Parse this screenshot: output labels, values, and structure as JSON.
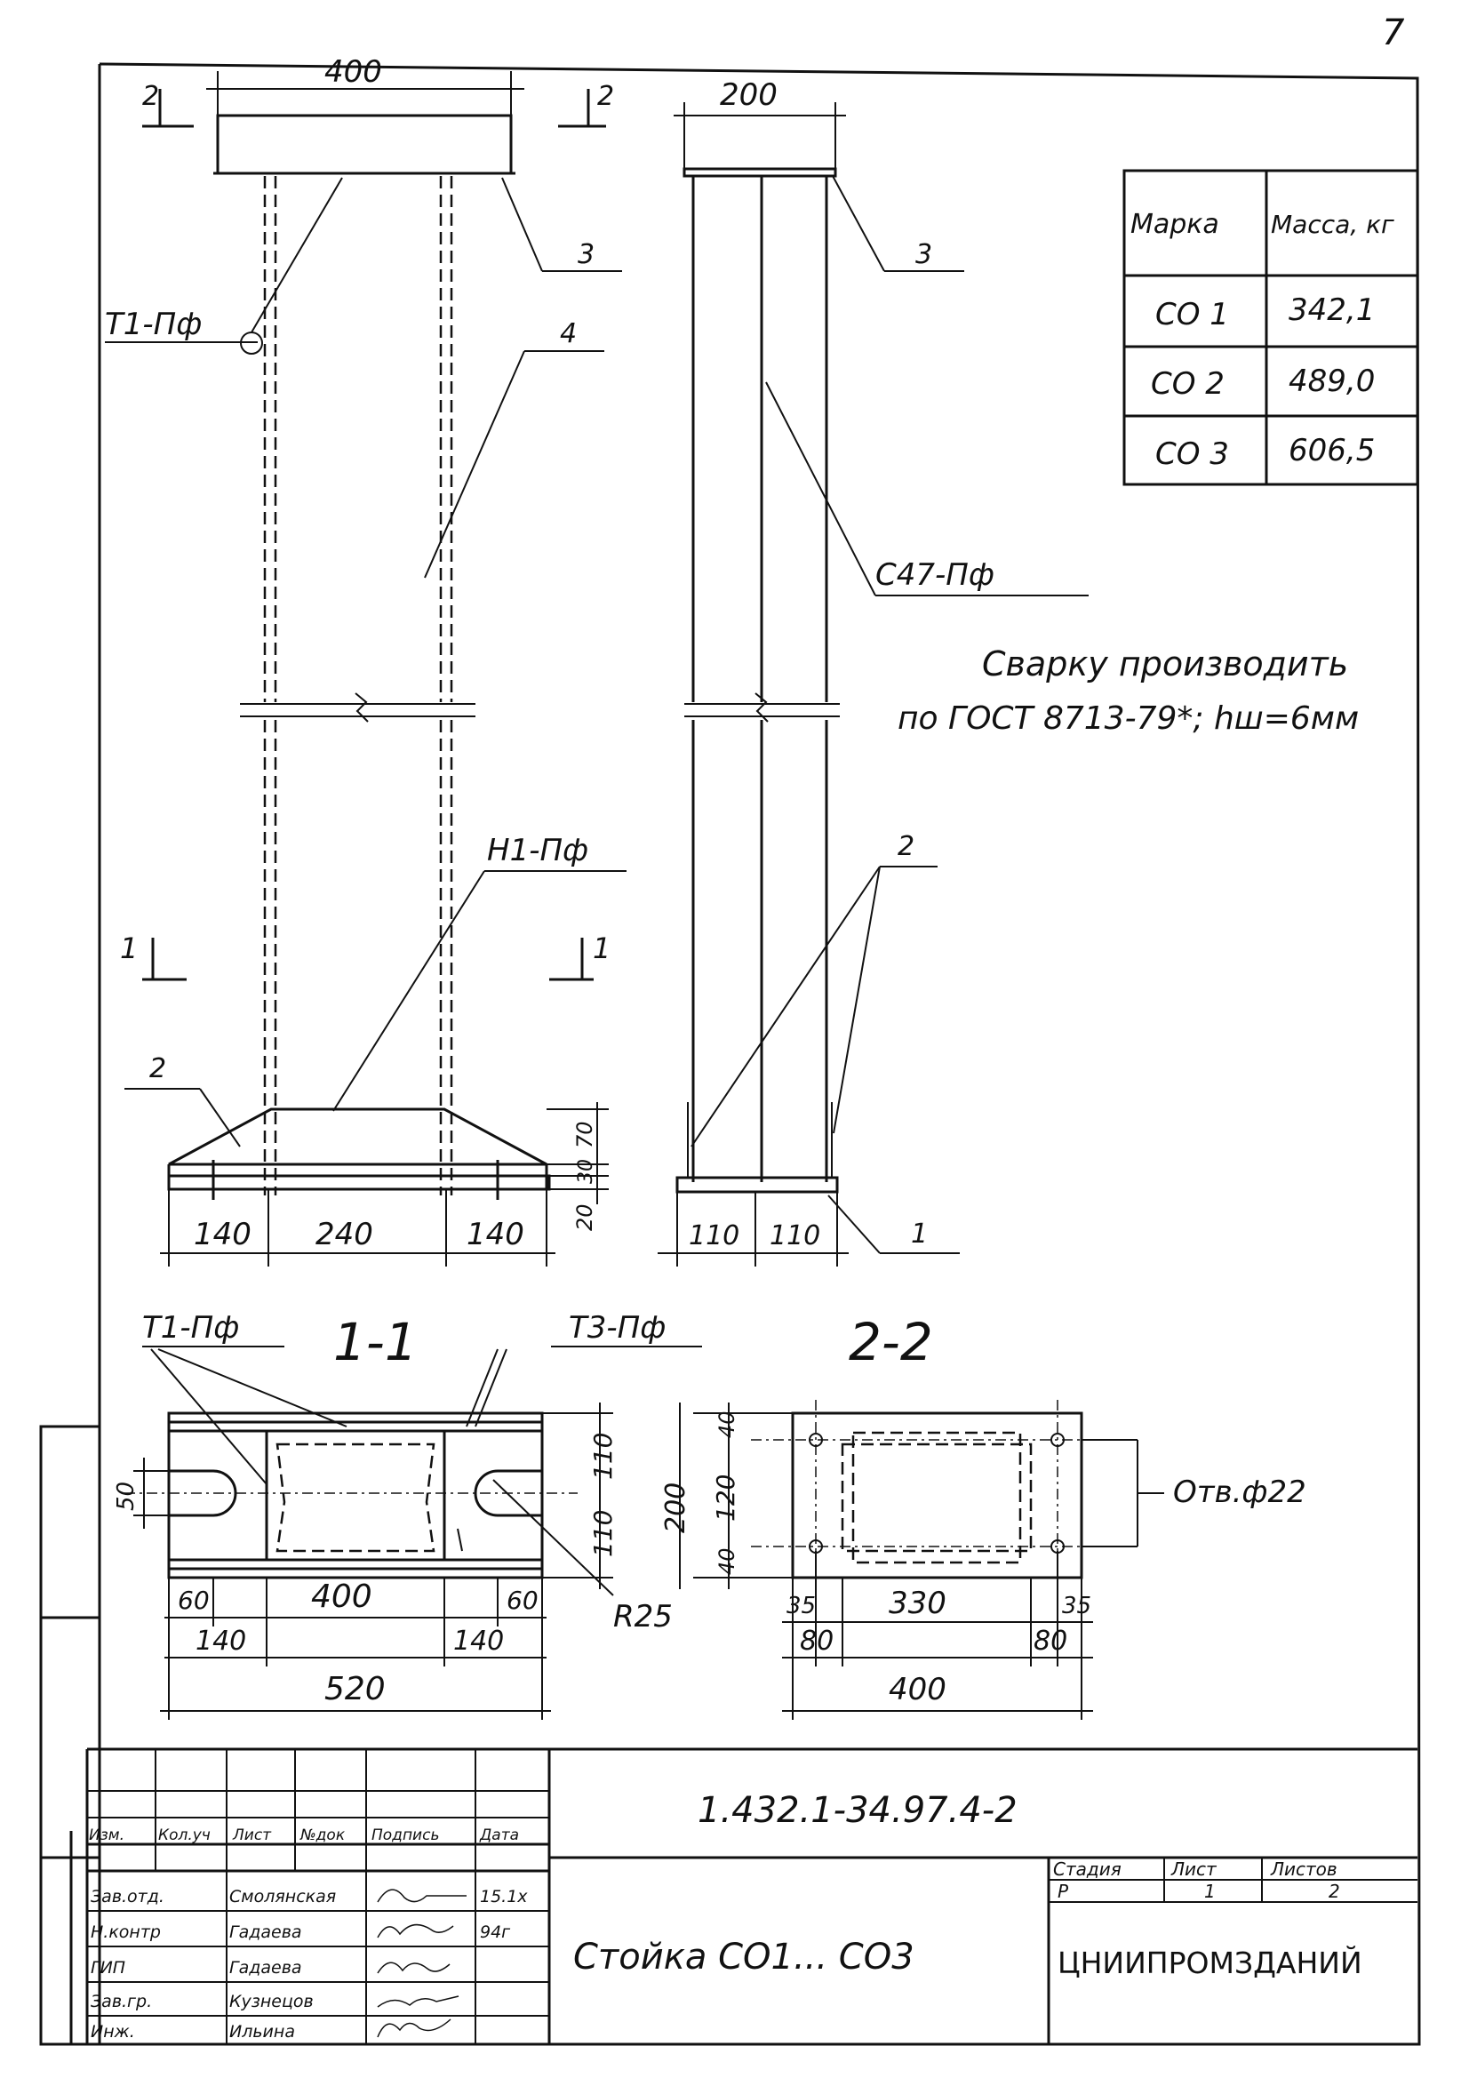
{
  "sheet": {
    "page_number": "7",
    "weld_note_line1": "Сварку производить",
    "weld_note_line2": "по ГОСТ 8713-79*; hш=6мм"
  },
  "views": {
    "front": {
      "dim_top": "400",
      "dims_bottom": [
        "140",
        "240",
        "140"
      ],
      "dims_side": [
        "70",
        "30",
        "20"
      ],
      "section_mark_top": "2",
      "section_mark_bottom": "1"
    },
    "side": {
      "dim_top": "200",
      "dims_bottom": [
        "110",
        "110"
      ]
    },
    "callouts": {
      "t1": "Т1-Пф",
      "s47": "С47-Пф",
      "h1": "Н1-Пф",
      "t3": "Т3-Пф",
      "pos1": "1",
      "pos2": "2",
      "pos3": "3",
      "pos4": "4",
      "hole": "Отв.ф22",
      "radius": "R25"
    },
    "section_1": {
      "title": "1-1",
      "dims_bottom_row1": [
        "60",
        "400",
        "60"
      ],
      "dims_bottom_row2": [
        "140",
        "140"
      ],
      "dim_total": "520",
      "dims_right": [
        "110",
        "110"
      ],
      "dim_left": "50"
    },
    "section_2": {
      "title": "2-2",
      "dims_left": [
        "40",
        "120",
        "40"
      ],
      "dim_left_total": "200",
      "dims_bottom_row1": [
        "35",
        "330",
        "35"
      ],
      "dims_bottom_row2": [
        "80",
        "80"
      ],
      "dim_total": "400"
    }
  },
  "mass_table": {
    "headers": [
      "Марка",
      "Масса, кг"
    ],
    "rows": [
      [
        "СО 1",
        "342,1"
      ],
      [
        "СО 2",
        "489,0"
      ],
      [
        "СО 3",
        "606,5"
      ]
    ]
  },
  "title_block": {
    "doc_code": "1.432.1-34.97.4-2",
    "title": "Стойка СО1... СО3",
    "org": "ЦНИИПРОМЗДАНИЙ",
    "rev_headers": [
      "Изм.",
      "Кол.уч",
      "Лист",
      "№док",
      "Подпись",
      "Дата"
    ],
    "stage_headers": [
      "Стадия",
      "Лист",
      "Листов"
    ],
    "stage_values": [
      "Р",
      "1",
      "2"
    ],
    "roles": [
      {
        "role": "Зав.отд.",
        "name": "Смолянская",
        "date": "15.1х"
      },
      {
        "role": "Н.контр",
        "name": "Гадаева",
        "date": "94г"
      },
      {
        "role": "ГИП",
        "name": "Гадаева",
        "date": ""
      },
      {
        "role": "Зав.гр.",
        "name": "Кузнецов",
        "date": ""
      },
      {
        "role": "Инж.",
        "name": "Ильина",
        "date": ""
      }
    ]
  }
}
